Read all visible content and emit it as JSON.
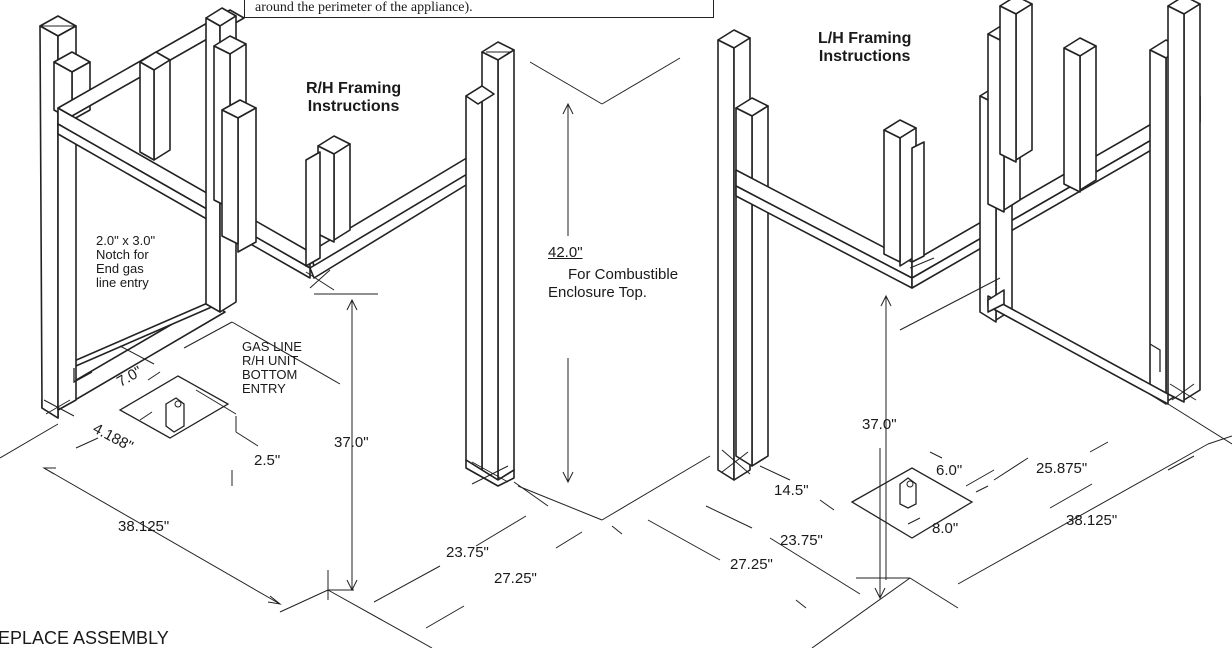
{
  "note_text": "around the perimeter of the appliance).",
  "titles": {
    "rh_line1": "R/H Framing",
    "rh_line2": "Instructions",
    "lh_line1": "L/H Framing",
    "lh_line2": "Instructions"
  },
  "left_labels": {
    "notch_1": "2.0\" x 3.0\"",
    "notch_2": "Notch for",
    "notch_3": "End gas",
    "notch_4": "line entry",
    "gas_1": "GAS LINE",
    "gas_2": "R/H UNIT",
    "gas_3": "BOTTOM",
    "gas_4": "ENTRY",
    "dim_7": "7.0\"",
    "dim_4188": "4.188\"",
    "dim_25": "2.5\"",
    "dim_37": "37.0\"",
    "dim_38": "38.125\"",
    "dim_2375": "23.75\"",
    "dim_2725": "27.25\""
  },
  "middle_labels": {
    "dim_42": "42.0\"",
    "for_comb_1": "For Combustible",
    "for_comb_2": "Enclosure Top."
  },
  "right_labels": {
    "dim_37": "37.0\"",
    "dim_6": "6.0\"",
    "dim_8": "8.0\"",
    "dim_145": "14.5\"",
    "dim_2375": "23.75\"",
    "dim_2725": "27.25\"",
    "dim_25875": "25.875\"",
    "dim_38": "38.125\""
  },
  "footer": "EPLACE ASSEMBLY"
}
